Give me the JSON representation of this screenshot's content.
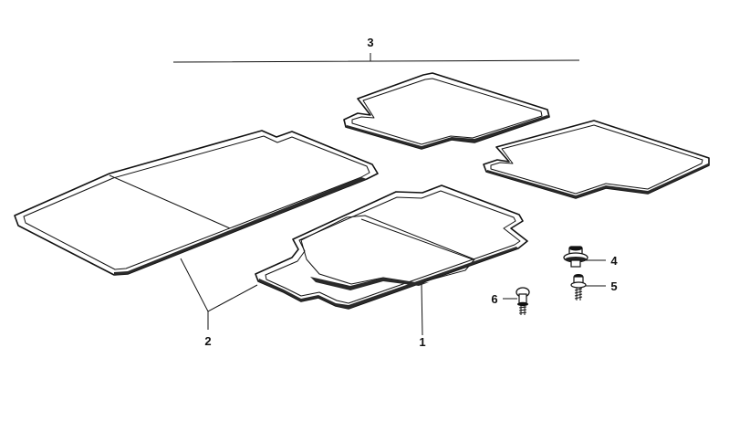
{
  "diagram": {
    "callouts": [
      {
        "id": "1",
        "text": "1"
      },
      {
        "id": "2",
        "text": "2"
      },
      {
        "id": "3",
        "text": "3"
      },
      {
        "id": "4",
        "text": "4"
      },
      {
        "id": "5",
        "text": "5"
      },
      {
        "id": "6",
        "text": "6"
      }
    ],
    "parts": [
      {
        "callout": "1",
        "icon": "front-floor-mat-left"
      },
      {
        "callout": "2",
        "icon": "floor-mats-pair"
      },
      {
        "callout": "3",
        "icon": "floor-mat-set"
      },
      {
        "callout": "4",
        "icon": "retaining-clip"
      },
      {
        "callout": "5",
        "icon": "screw-fastener"
      },
      {
        "callout": "6",
        "icon": "push-fastener"
      }
    ],
    "colors": {
      "line": "#111111",
      "background": "#ffffff"
    }
  }
}
